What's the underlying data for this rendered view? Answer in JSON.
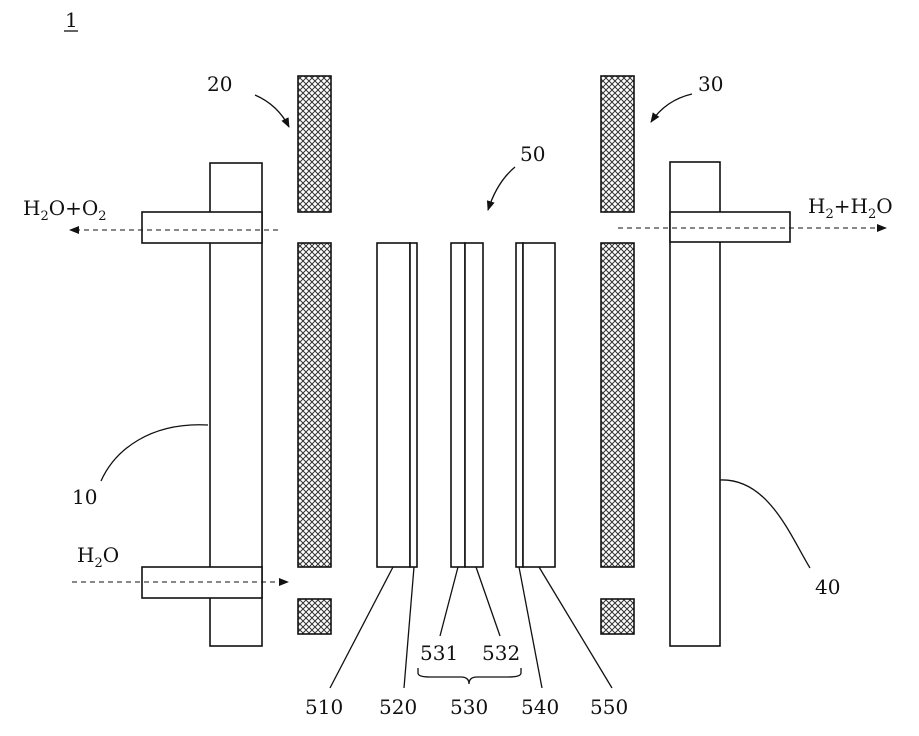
{
  "figure_label": "1",
  "components": {
    "anode_plate": "10",
    "anode_gasket": "20",
    "cathode_gasket": "30",
    "cathode_plate": "40",
    "membrane_assembly": "50"
  },
  "layers": {
    "l510": "510",
    "l520": "520",
    "l530": "530",
    "l531": "531",
    "l532": "532",
    "l540": "540",
    "l550": "550"
  },
  "flows": {
    "outlet_left": {
      "a": "H",
      "s1": "2",
      "b": "O+O",
      "s2": "2"
    },
    "inlet_left": {
      "a": "H",
      "s1": "2",
      "b": "O"
    },
    "outlet_right": {
      "a": "H",
      "s1": "2",
      "b": "+H",
      "s2": "2",
      "c": "O"
    }
  }
}
